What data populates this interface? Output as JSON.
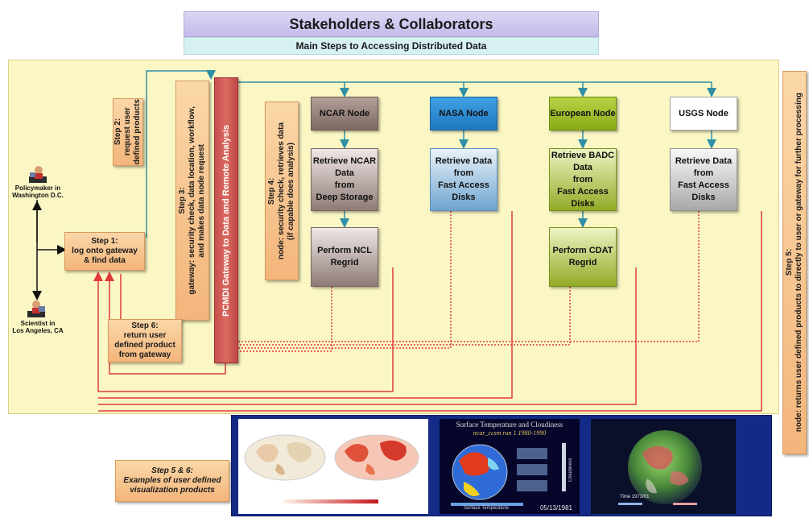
{
  "title": "Stakeholders & Collaborators",
  "subtitle": "Main Steps to Accessing Distributed Data",
  "people": {
    "policymaker": "Policymaker in\nWashington D.C.",
    "scientist": "Scientist in\nLos Angeles, CA"
  },
  "steps": {
    "step1_title": "Step 1:",
    "step1_text": "log onto gateway\n& find data",
    "step2_title": "Step 2:",
    "step2_text": "request user\ndefined products",
    "step3_title": "Step 3:",
    "step3_text": "gateway: security check, data location, workflow,\nand makes data node request",
    "step4_title": "Step 4:",
    "step4_text": "node: security check, retrieves data\n(if capable does analysis)",
    "step5_title": "Step 5:",
    "step5_text": "node: returns user defined products to directly to user or gateway for further processing",
    "step6_title": "Step 6:",
    "step6_text": "return user\ndefined product\nfrom gateway",
    "step56_title": "Step 5 & 6:",
    "step56_text": "Examples of user defined\nvisualization products"
  },
  "gateway_label": "PCMDI Gateway to Data and Remote Analysis",
  "nodes": [
    {
      "name": "NCAR Node",
      "retrieve": "Retrieve NCAR Data\nfrom\nDeep Storage",
      "regrid": "Perform NCL Regrid"
    },
    {
      "name": "NASA Node",
      "retrieve": "Retrieve Data\nfrom\nFast Access Disks"
    },
    {
      "name": "European Node",
      "retrieve": "Retrieve BADC Data\nfrom\nFast Access Disks",
      "regrid": "Perform CDAT Regrid"
    },
    {
      "name": "USGS Node",
      "retrieve": "Retrieve Data\nfrom\nFast Access Disks"
    }
  ],
  "visualizations": {
    "globe_title": "Surface Temperature and Cloudiness",
    "globe_subtitle": "ncar_ccsm run 1 1980-1990",
    "globe_xlabel": "Surface Temperature",
    "globe_ylabel": "Cloudiness",
    "globe_date": "05/13/1981",
    "earth_time": "Time 1973/01"
  },
  "colors": {
    "panel": "#fbf7c4",
    "step": "#f6c08a",
    "gateway": "#c85050",
    "flow_blue": "#2f8fa6",
    "return_red": "#e03a3a"
  }
}
